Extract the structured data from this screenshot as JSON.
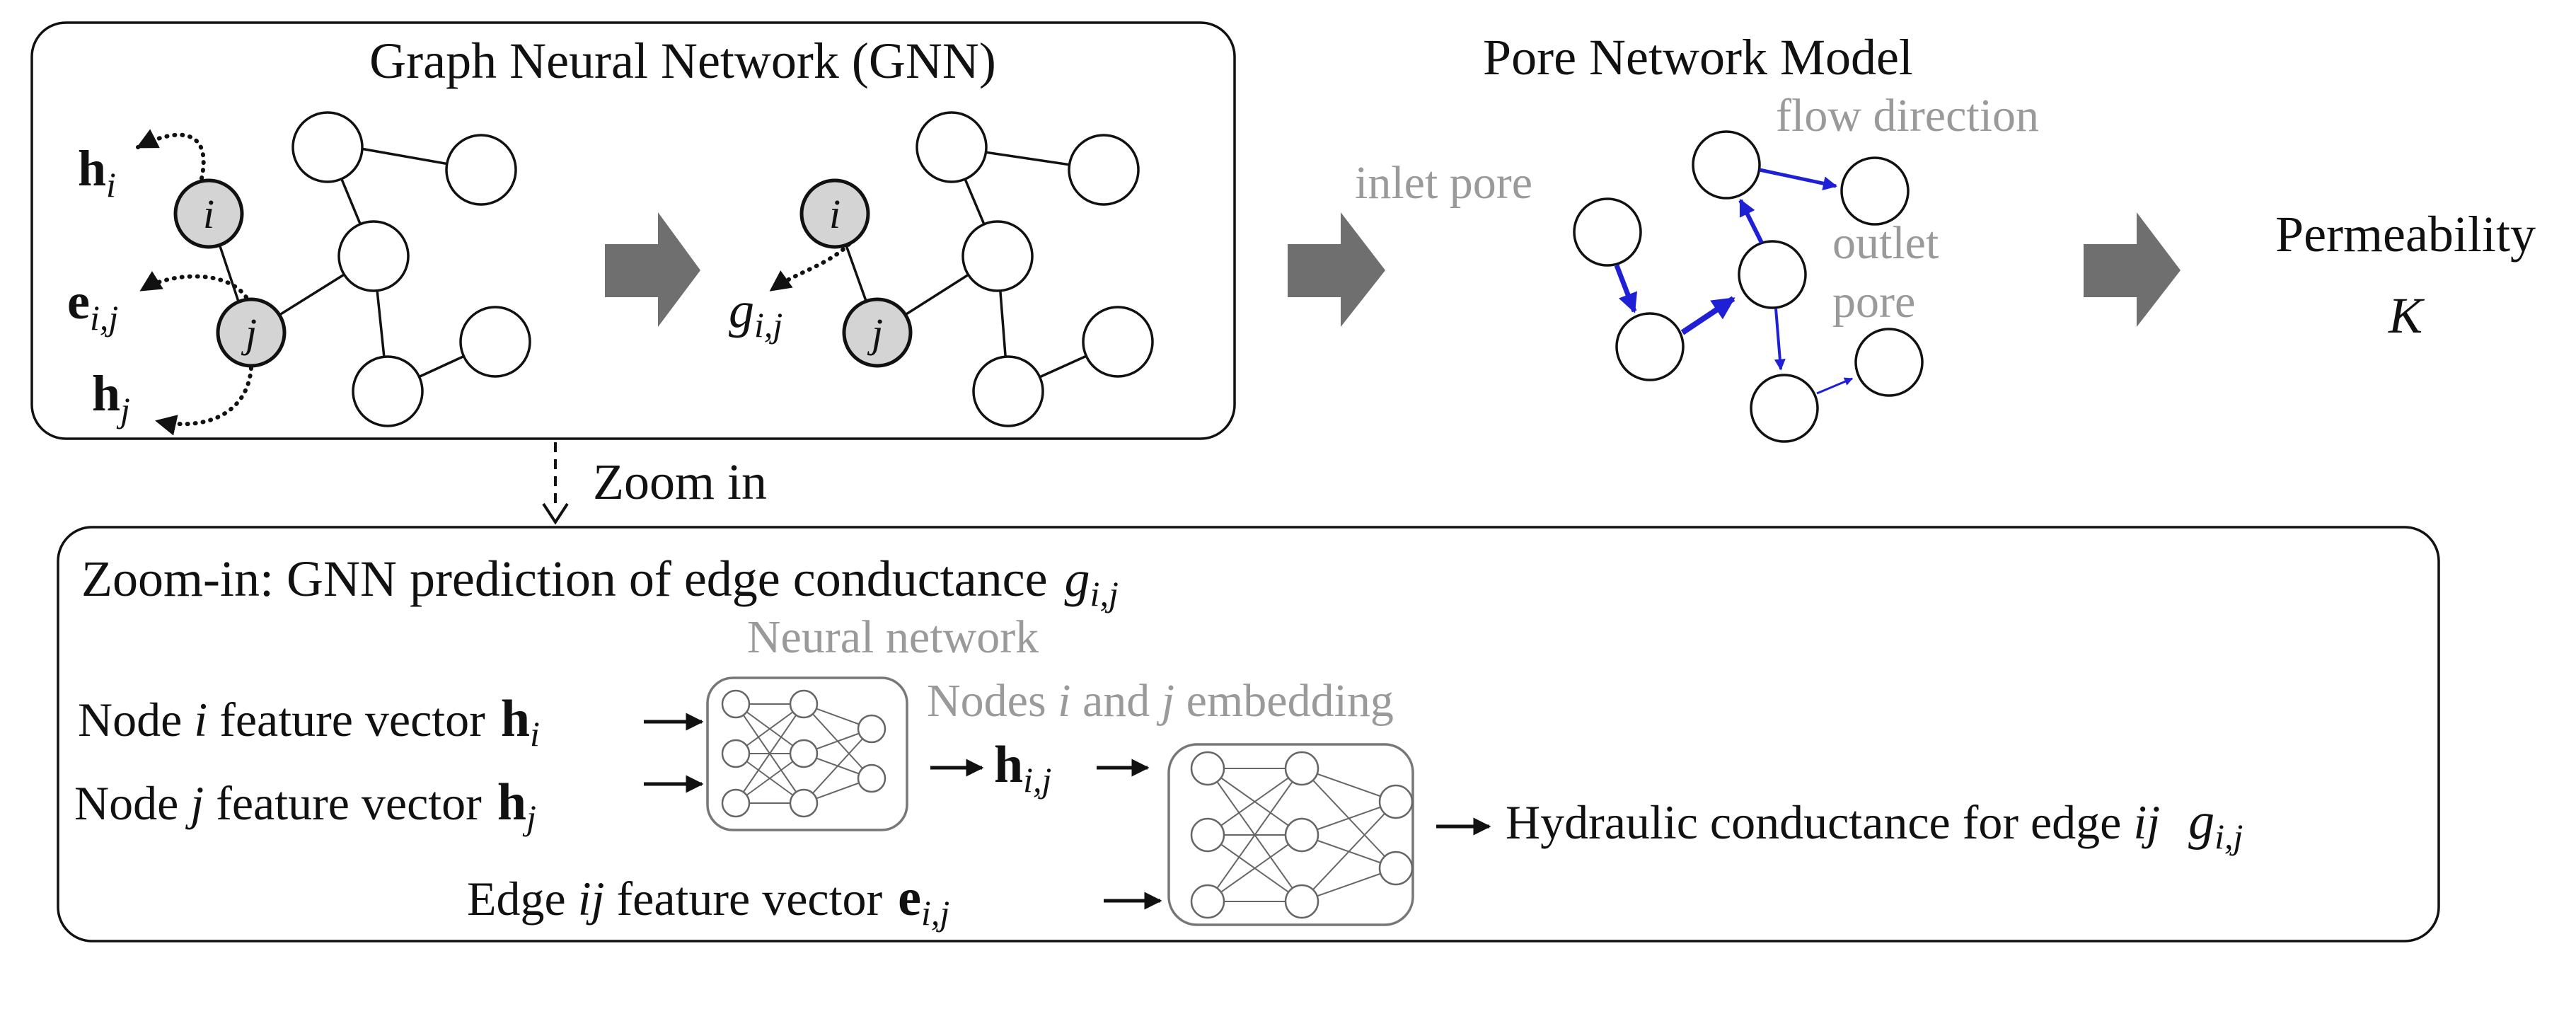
{
  "gnn_panel": {
    "title": "Graph Neural Network (GNN)",
    "node_i": "i",
    "node_j": "j",
    "h_i": {
      "base": "h",
      "sub": "i"
    },
    "e_ij": {
      "base": "e",
      "sub": "i,j"
    },
    "h_j": {
      "base": "h",
      "sub": "j"
    },
    "g_ij": {
      "base": "g",
      "sub": "i,j"
    }
  },
  "pore_panel": {
    "title": "Pore Network Model",
    "inlet_label": "inlet pore",
    "flow_label": "flow direction",
    "outlet_label_line1": "outlet",
    "outlet_label_line2": "pore",
    "edge_color": "#1f1fd6"
  },
  "result": {
    "title": "Permeability",
    "symbol": "K"
  },
  "zoom_link": {
    "label": "Zoom in"
  },
  "zoom_panel": {
    "title": "Zoom-in: GNN prediction of edge conductance",
    "title_symbol": {
      "base": "g",
      "sub": "i,j"
    },
    "neural_network_label": "Neural network",
    "embedding_label": {
      "pre": "Nodes ",
      "i": "i",
      "mid": " and ",
      "j": "j",
      "post": " embedding"
    },
    "node_i_row": {
      "pre": "Node ",
      "var": "i",
      "post": " feature vector",
      "symbol": "h",
      "sub": "i"
    },
    "node_j_row": {
      "pre": "Node ",
      "var": "j",
      "post": " feature vector",
      "symbol": "h",
      "sub": "j"
    },
    "embedding_symbol": {
      "base": "h",
      "sub": "i,j"
    },
    "edge_row": {
      "pre": "Edge ",
      "var": "ij",
      "post": " feature vector",
      "symbol": "e",
      "sub": "i,j"
    },
    "output_row": {
      "pre": "Hydraulic conductance for edge ",
      "var": "ij",
      "symbol": "g",
      "sub": "i,j"
    }
  },
  "colors": {
    "gray_text": "#9a9a9a",
    "arrow_fill": "#6f6f6f",
    "highlight_node": "#d4d4d4"
  }
}
